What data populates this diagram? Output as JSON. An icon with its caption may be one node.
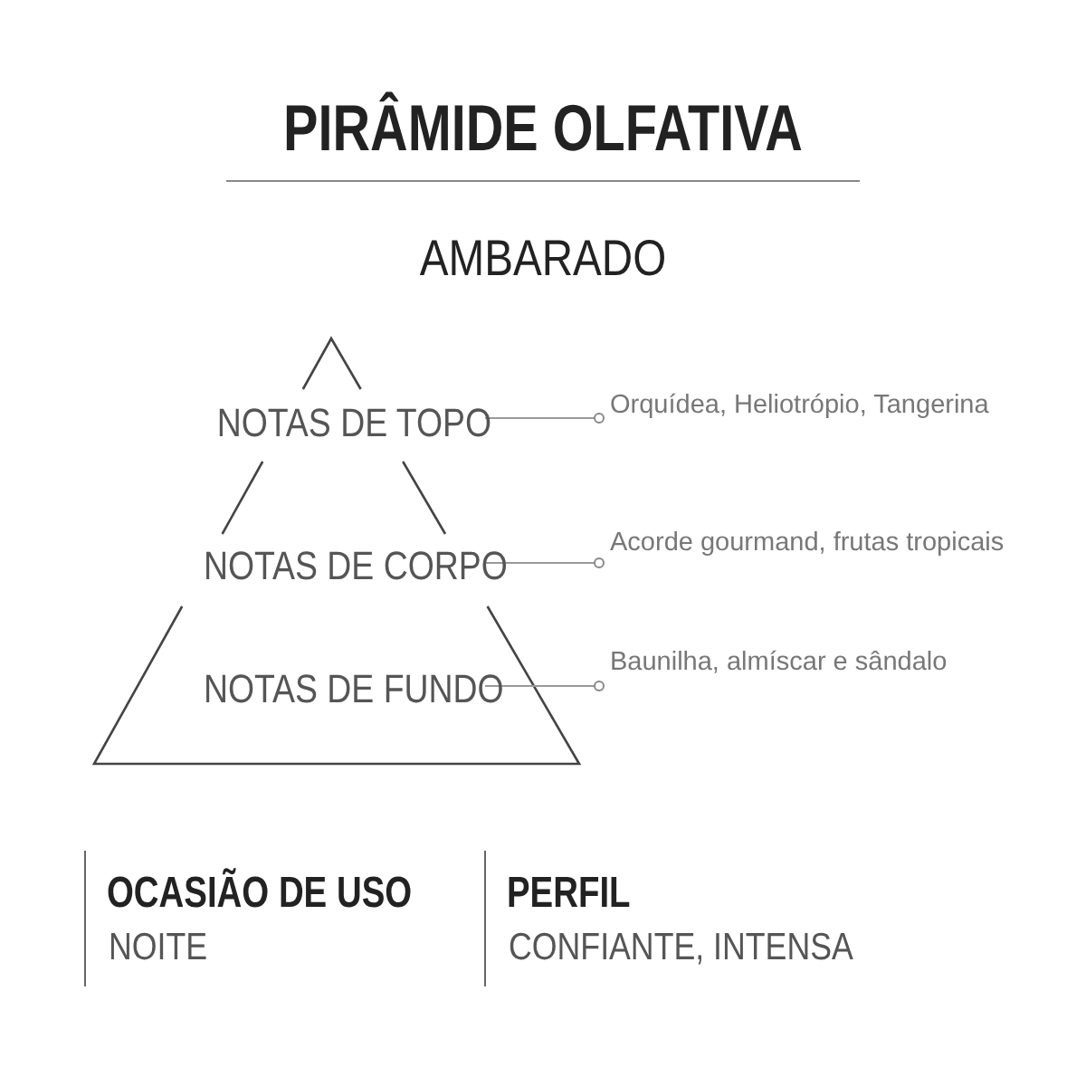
{
  "diagram": {
    "title": "PIRÂMIDE OLFATIVA",
    "nodes": [
      {
        "text": [
          "NOTAS DE TOPO"
        ]
      },
      {
        "text": [
          "NOTAS DE CORPO"
        ]
      },
      {
        "text": [
          "NOTAS DE FUNDO"
        ]
      },
      {
        "text": [
          "Orquídea, Heliotrópio, Tangerina"
        ]
      },
      {
        "text": [
          "Acorde gourmand, frutas tropicais"
        ]
      },
      {
        "text": [
          "Baunilha, almíscar e sândalo"
        ]
      }
    ],
    "edges": [
      {
        "from": 0,
        "to": 3,
        "arrow": "other"
      },
      {
        "from": 1,
        "to": 4,
        "arrow": "other"
      },
      {
        "from": 2,
        "to": 5,
        "arrow": "other"
      }
    ],
    "labels": [
      "AMBARADO",
      "OCASIÃO DE USO",
      "NOITE",
      "PERFIL",
      "CONFIANTE, INTENSA"
    ]
  }
}
